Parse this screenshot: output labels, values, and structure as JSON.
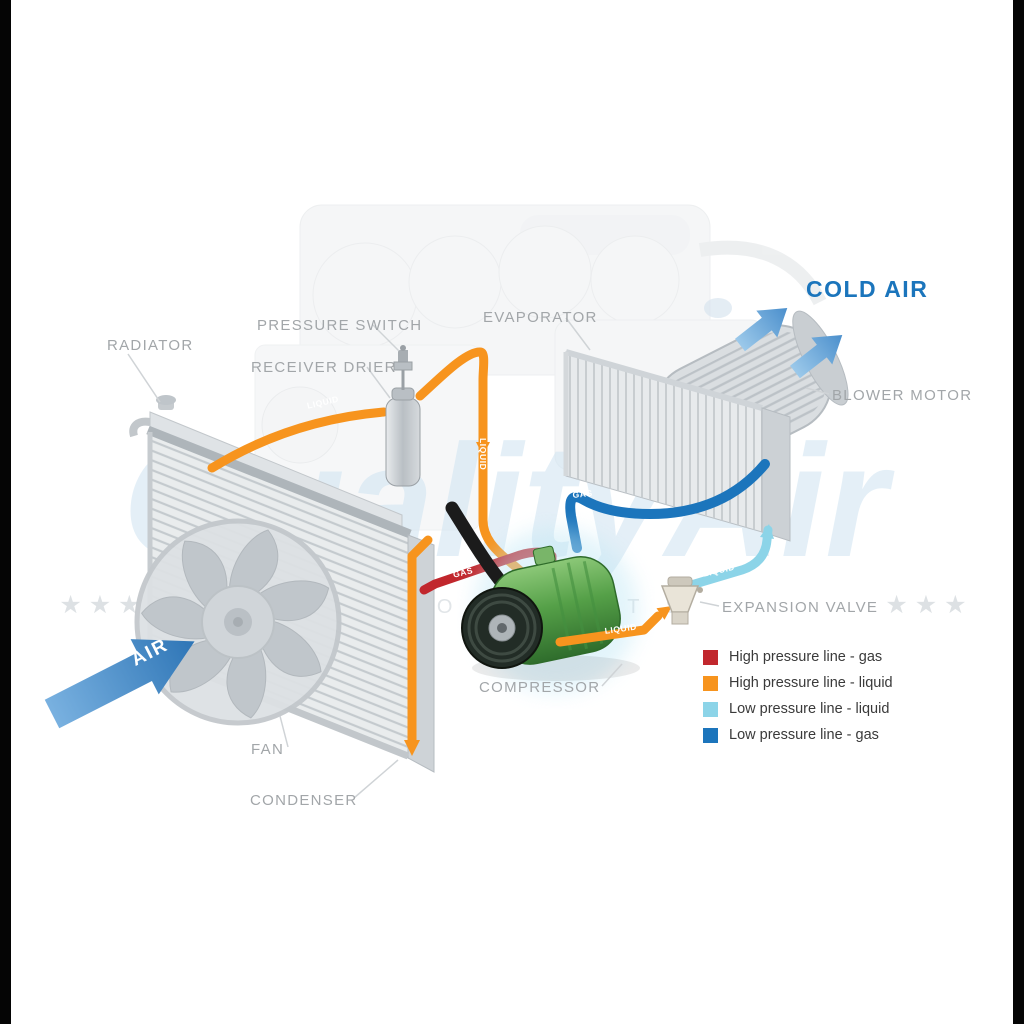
{
  "watermark": {
    "brand": "QualityAir",
    "sub": "AUTO PARTS",
    "stars_left": "★ ★ ★",
    "stars_right": "★ ★ ★"
  },
  "component_labels": {
    "radiator": "RADIATOR",
    "pressure_switch": "PRESSURE SWITCH",
    "receiver_drier": "RECEIVER DRIER",
    "evaporator": "EVAPORATOR",
    "cold_air": "COLD AIR",
    "blower_motor": "BLOWER MOTOR",
    "expansion_valve": "EXPANSION VALVE",
    "compressor": "COMPRESSOR",
    "fan": "FAN",
    "condenser": "CONDENSER",
    "air": "AIR"
  },
  "pipe_labels": {
    "liquid_to_drier": "LIQUID",
    "liquid_down": "LIQUID",
    "gas_return": "GAS",
    "gas_discharge": "GAS",
    "liquid_to_evaporator": "LIQUID",
    "liquid_to_valve": "LIQUID"
  },
  "legend": {
    "items": [
      {
        "label": "High pressure line - gas",
        "color": "#C1272D"
      },
      {
        "label": "High pressure line - liquid",
        "color": "#F7941E"
      },
      {
        "label": "Low pressure line - liquid",
        "color": "#8CD4E8"
      },
      {
        "label": "Low pressure line -  gas",
        "color": "#1C75BC"
      }
    ]
  },
  "colors": {
    "high_pressure_gas": "#C1272D",
    "high_pressure_liquid": "#F7941E",
    "low_pressure_liquid": "#8CD4E8",
    "low_pressure_gas": "#1C75BC",
    "cold_air_text": "#1B75BC",
    "label_gray": "#A2A6A9"
  }
}
